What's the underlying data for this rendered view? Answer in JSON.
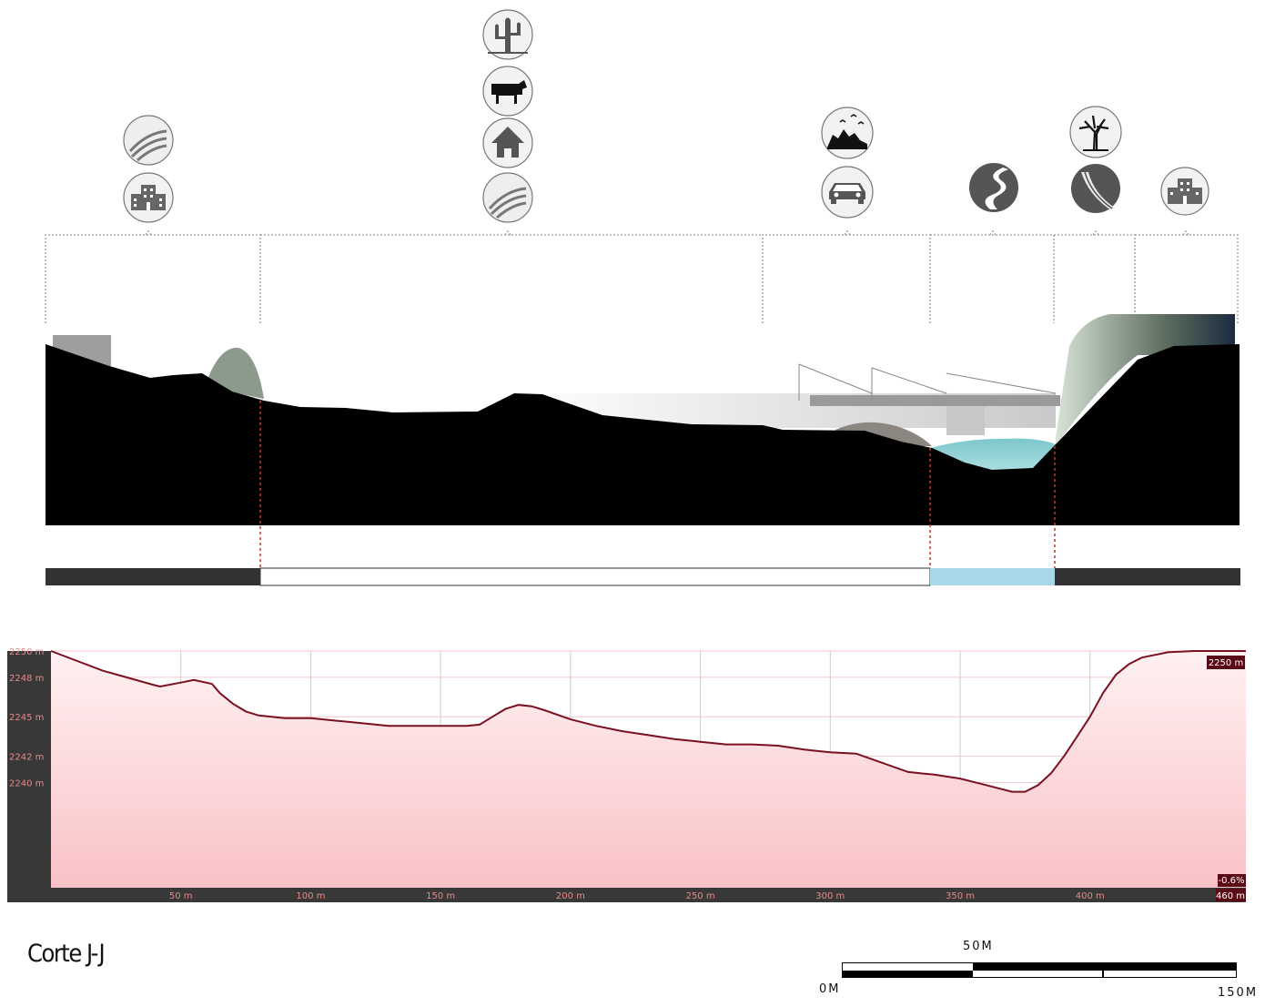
{
  "section": {
    "title": "Corte J-J",
    "zones": [
      {
        "id": "zone-1",
        "icons": [
          "crop-field-icon",
          "building-icon"
        ]
      },
      {
        "id": "zone-2",
        "icons": [
          "cactus-icon",
          "cow-icon",
          "house-icon",
          "crop-field-icon"
        ]
      },
      {
        "id": "zone-3",
        "icons": [
          "wildlife-bird-icon",
          "car-icon"
        ]
      },
      {
        "id": "zone-4",
        "icons": [
          "river-icon"
        ]
      },
      {
        "id": "zone-5",
        "icons": [
          "tree-icon",
          "slope-road-icon"
        ]
      },
      {
        "id": "zone-6",
        "icons": [
          "building-icon"
        ]
      }
    ],
    "band_colors": {
      "built": "#333333",
      "open": "#ffffff",
      "river": "#a8d8ea"
    }
  },
  "chart_data": {
    "type": "area",
    "x_unit": "m",
    "y_unit": "m",
    "xlim": [
      0,
      460
    ],
    "ylim": [
      2232,
      2250
    ],
    "x_ticks": [
      50,
      100,
      150,
      200,
      250,
      300,
      350,
      400
    ],
    "x_tick_labels": [
      "50 m",
      "100 m",
      "150 m",
      "200 m",
      "250 m",
      "300 m",
      "350 m",
      "400 m"
    ],
    "y_ticks": [
      2250,
      2248,
      2245,
      2242,
      2240
    ],
    "y_tick_labels": [
      "2250 m",
      "2248 m",
      "2245 m",
      "2242 m",
      "2240 m"
    ],
    "series": [
      {
        "x": [
          0,
          20,
          40,
          42,
          50,
          55,
          62,
          65,
          70,
          75,
          80,
          85,
          90,
          100,
          110,
          120,
          130,
          140,
          150,
          160,
          165,
          170,
          175,
          180,
          185,
          190,
          200,
          210,
          220,
          230,
          240,
          250,
          260,
          270,
          280,
          290,
          300,
          310,
          320,
          330,
          340,
          350,
          360,
          370,
          375,
          380,
          385,
          390,
          395,
          400,
          405,
          410,
          415,
          420,
          430,
          440,
          450,
          460
        ],
        "y": [
          2250.0,
          2248.5,
          2247.4,
          2247.3,
          2247.6,
          2247.8,
          2247.5,
          2246.8,
          2246.0,
          2245.4,
          2245.1,
          2245.0,
          2244.9,
          2244.9,
          2244.7,
          2244.5,
          2244.3,
          2244.3,
          2244.3,
          2244.3,
          2244.4,
          2245.0,
          2245.6,
          2245.9,
          2245.8,
          2245.5,
          2244.8,
          2244.3,
          2243.9,
          2243.6,
          2243.3,
          2243.1,
          2242.9,
          2242.9,
          2242.8,
          2242.5,
          2242.3,
          2242.2,
          2241.5,
          2240.8,
          2240.6,
          2240.3,
          2239.8,
          2239.3,
          2239.3,
          2239.8,
          2240.7,
          2242.0,
          2243.5,
          2245.0,
          2246.8,
          2248.2,
          2249.0,
          2249.5,
          2249.9,
          2250.0,
          2250.0,
          2250.0
        ]
      }
    ],
    "end_labels": {
      "elevation": "2250 m",
      "slope": "-0.6%",
      "distance": "460 m"
    }
  },
  "scale_bar": {
    "label_start": "0M",
    "label_mid": "50M",
    "label_end": "150M"
  }
}
